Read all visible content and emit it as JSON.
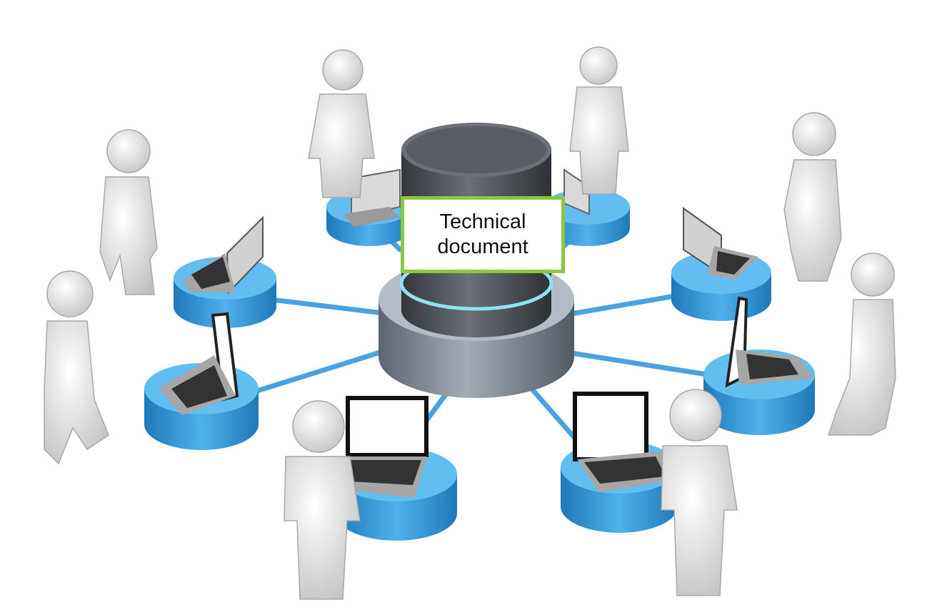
{
  "label": {
    "line1": "Technical",
    "line2": "document"
  },
  "colors": {
    "label_border": "#8dc63f",
    "server_dark": "#4a4f56",
    "server_base": "#7d8893",
    "pedestal_blue": "#3a9ad9",
    "connector_blue": "#4aa3e0",
    "figure": "#e6e6e6"
  },
  "scene": {
    "node_count": 8,
    "figure_count": 8,
    "central_item": "database-server-icon",
    "node_item": "laptop-icon"
  }
}
